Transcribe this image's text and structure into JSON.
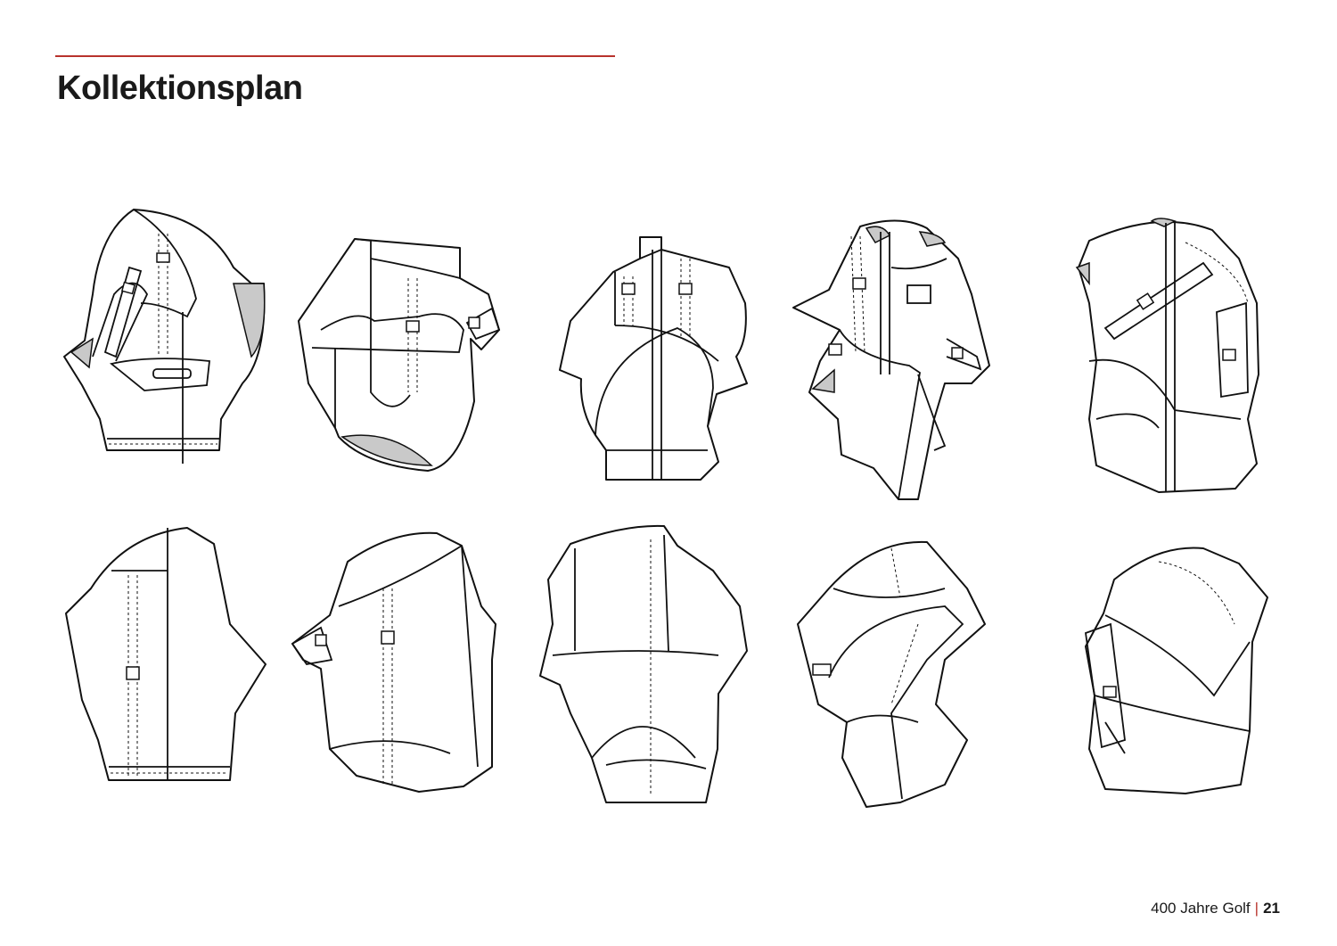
{
  "page": {
    "title": "Kollektionsplan",
    "footer_label": "400 Jahre Golf",
    "page_number": "21",
    "accent_color": "#b8322c"
  },
  "sketches": {
    "rows": 2,
    "columns": 5,
    "row_views": [
      "front",
      "back"
    ]
  }
}
